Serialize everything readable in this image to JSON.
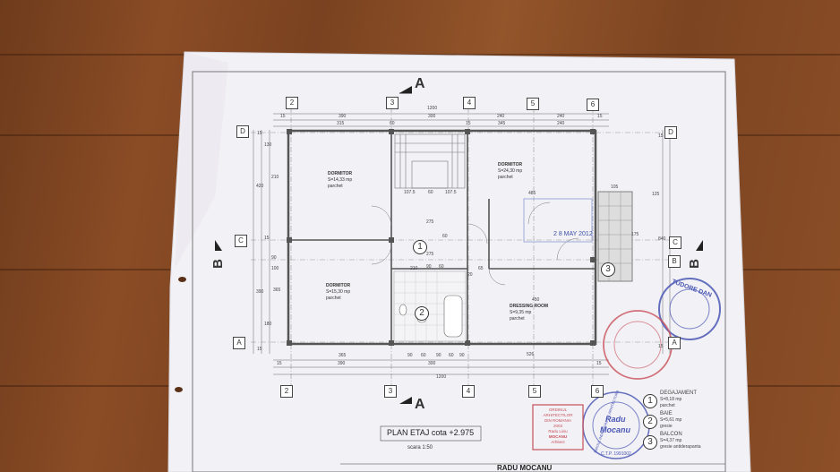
{
  "plan": {
    "title": "PLAN ETAJ cota  +2.975",
    "scale": "scara 1:50",
    "sheet_footer": "RADU MOCANU"
  },
  "section_marks": {
    "top": "A",
    "bottom": "A",
    "left": "B",
    "right": "B"
  },
  "axes": {
    "columns": [
      "2",
      "3",
      "4",
      "5",
      "6"
    ],
    "rows": [
      "D",
      "C",
      "B",
      "A"
    ]
  },
  "dimensions": {
    "top_total": "1200",
    "top_parts": [
      "15",
      "390",
      "300",
      "240",
      "240",
      "15"
    ],
    "top_sub": [
      "315",
      "60",
      "15",
      "345",
      "240"
    ],
    "bottom_total": "1200",
    "bottom_parts": [
      "15",
      "390",
      "300",
      "526",
      "15"
    ],
    "bottom_sub": [
      "365",
      "90",
      "60",
      "90",
      "60",
      "90"
    ],
    "left": [
      "15",
      "130",
      "420",
      "390",
      "15",
      "210",
      "100",
      "365",
      "90",
      "180",
      "15"
    ],
    "right": [
      "15",
      "125",
      "840",
      "15"
    ],
    "interior": [
      "107.5",
      "60",
      "107.5",
      "275",
      "60",
      "275",
      "105",
      "175",
      "210",
      "65",
      "20",
      "450",
      "485",
      "90",
      "60"
    ]
  },
  "rooms": [
    {
      "name": "DORMITOR",
      "area": "S=14,33 mp",
      "floor": "parchet"
    },
    {
      "name": "DORMITOR",
      "area": "S=24,30 mp",
      "floor": "parchet"
    },
    {
      "name": "DORMITOR",
      "area": "S=15,30 mp",
      "floor": "parchet"
    },
    {
      "name": "DRESSING ROOM",
      "area": "S=9,35 mp",
      "floor": "parchet"
    }
  ],
  "room_numbers": [
    "1",
    "2",
    "3"
  ],
  "legend": [
    {
      "num": "1",
      "name": "DEGAJAMENT",
      "area": "S=8,18 mp",
      "floor": "parchet"
    },
    {
      "num": "2",
      "name": "BAIE",
      "area": "S=5,61 mp",
      "floor": "gresie"
    },
    {
      "num": "3",
      "name": "BALCON",
      "area": "S=4,37 mp",
      "floor": "gresie antiderapanta"
    }
  ],
  "stamp_date": "2 8  MAY 2012",
  "stamps": {
    "blue_round": "TUDORE DAN",
    "architect_round_1": "Radu",
    "architect_round_2": "Mocanu",
    "architect_round_ring": "BIROUL INDIVIDUAL DE ARHITECTURA",
    "architect_ctp": "C.T.P. 1991002",
    "red_box_lines": [
      "ORDINUL ARHITECTILOR",
      "DIN ROMANIA",
      "2003",
      "Radu Liviu",
      "MOCANU",
      "Arhitect"
    ]
  },
  "colors": {
    "wood": "#7d4521",
    "paper": "#f1f0f4",
    "line": "#555555",
    "stamp_blue": "#4a57b5",
    "stamp_red": "#c8505a"
  }
}
